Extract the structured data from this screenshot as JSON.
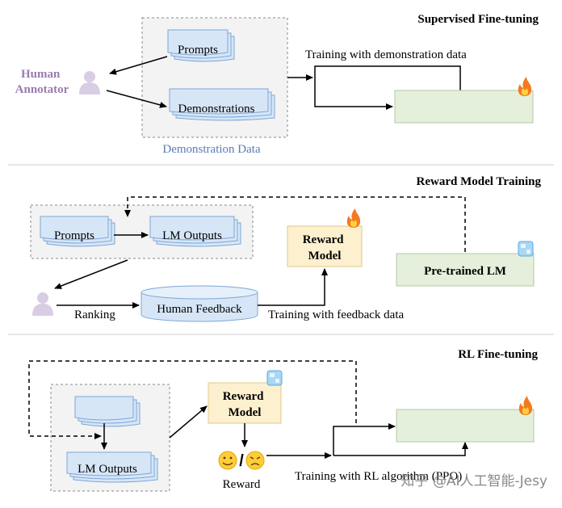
{
  "sft": {
    "title": "Supervised Fine-tuning",
    "human_annotator": "Human\nAnnotator",
    "prompts": "Prompts",
    "demonstrations": "Demonstrations",
    "demo_data_label": "Demonstration Data",
    "training_label": "Training with demonstration data"
  },
  "rm": {
    "title": "Reward Model Training",
    "prompts": "Prompts",
    "lm_outputs": "LM Outputs",
    "reward_model": "Reward\nModel",
    "pretrained_lm": "Pre-trained LM",
    "ranking": "Ranking",
    "human_feedback": "Human Feedback",
    "training_label": "Training with feedback data"
  },
  "rl": {
    "title": "RL Fine-tuning",
    "reward_model": "Reward\nModel",
    "lm_outputs": "LM Outputs",
    "reward": "Reward",
    "training_label": "Training with RL algorithm (PPO)",
    "watermark": "知乎 @AI人工智能-Jesy"
  },
  "colors": {
    "annotator_purple": "#9a7bb0",
    "person_fill": "#d9cde4",
    "doc_blue": "#d6e6f7",
    "doc_stroke": "#7ea6d6",
    "model_green": "#e4f0db",
    "model_stroke": "#b4c9a6",
    "reward_yellow": "#fdf0cf",
    "reward_stroke": "#e2c88a",
    "demo_label_blue": "#5b7bb5"
  },
  "icons": {
    "fire": "fire-icon",
    "ice": "ice-cube-icon",
    "person": "person-icon",
    "emoji": "happy-sad-emoji-icon"
  }
}
